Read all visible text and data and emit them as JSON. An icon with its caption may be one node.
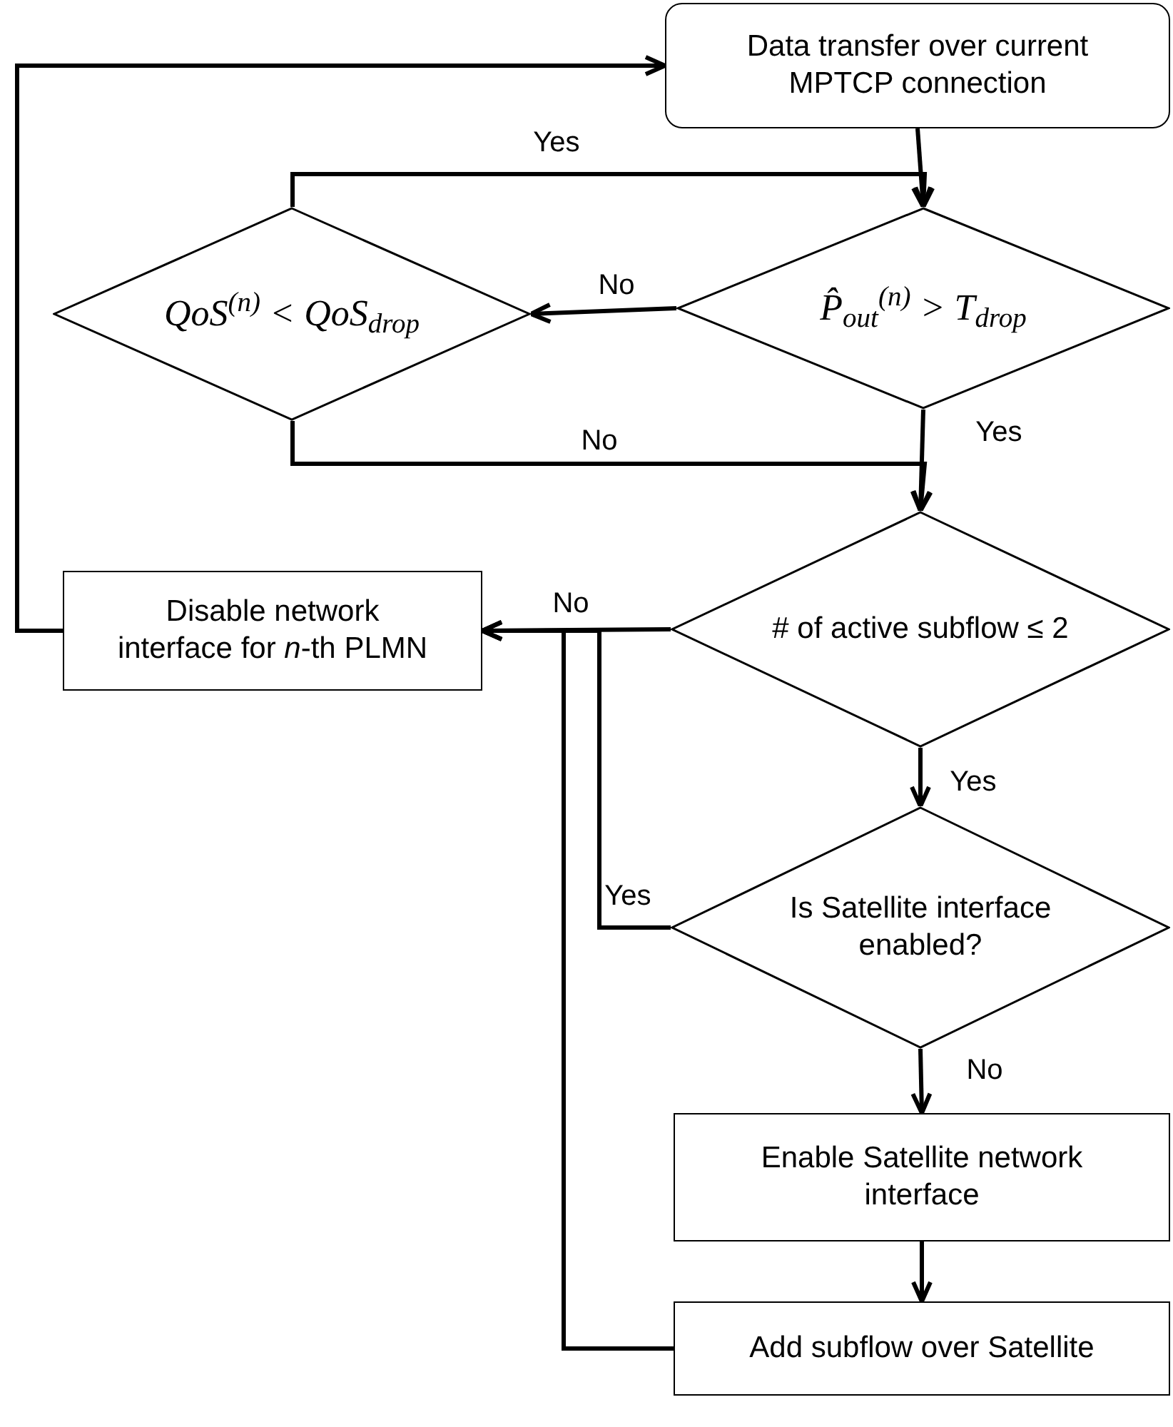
{
  "diagram": {
    "nodes": [
      {
        "text": [
          "Data transfer over current MPTCP connection"
        ]
      },
      {
        "text": [
          "P̂$_{out}$$^{(n)}$ > T$_{drop}$"
        ]
      },
      {
        "text": [
          "QoS$^{(n)}$ < QoS$_{drop}$"
        ]
      },
      {
        "text": [
          "# of active subflow ≤ 2"
        ]
      },
      {
        "text": [
          "Disable network interface for *n*-th PLMN"
        ]
      },
      {
        "text": [
          "Is Satellite interface enabled?"
        ]
      },
      {
        "text": [
          "Enable Satellite network interface"
        ]
      },
      {
        "text": [
          "Add subflow over Satellite"
        ]
      }
    ],
    "edges": [
      {
        "from": 0,
        "to": 1,
        "arrow": "to"
      },
      {
        "from": 1,
        "to": 2,
        "arrow": "to",
        "label": "No"
      },
      {
        "from": 2,
        "to": 1,
        "arrow": "to",
        "label": "Yes"
      },
      {
        "from": 2,
        "to": 3,
        "arrow": "to",
        "label": "No"
      },
      {
        "from": 1,
        "to": 3,
        "arrow": "to",
        "label": "Yes"
      },
      {
        "from": 3,
        "to": 4,
        "arrow": "to",
        "label": "No"
      },
      {
        "from": 3,
        "to": 5,
        "arrow": "to",
        "label": "Yes"
      },
      {
        "from": 5,
        "to": 4,
        "arrow": "to",
        "label": "Yes"
      },
      {
        "from": 5,
        "to": 6,
        "arrow": "to",
        "label": "No"
      },
      {
        "from": 6,
        "to": 7,
        "arrow": "to"
      },
      {
        "from": 7,
        "to": 4,
        "arrow": "to"
      },
      {
        "from": 4,
        "to": 0,
        "arrow": "to"
      }
    ]
  }
}
